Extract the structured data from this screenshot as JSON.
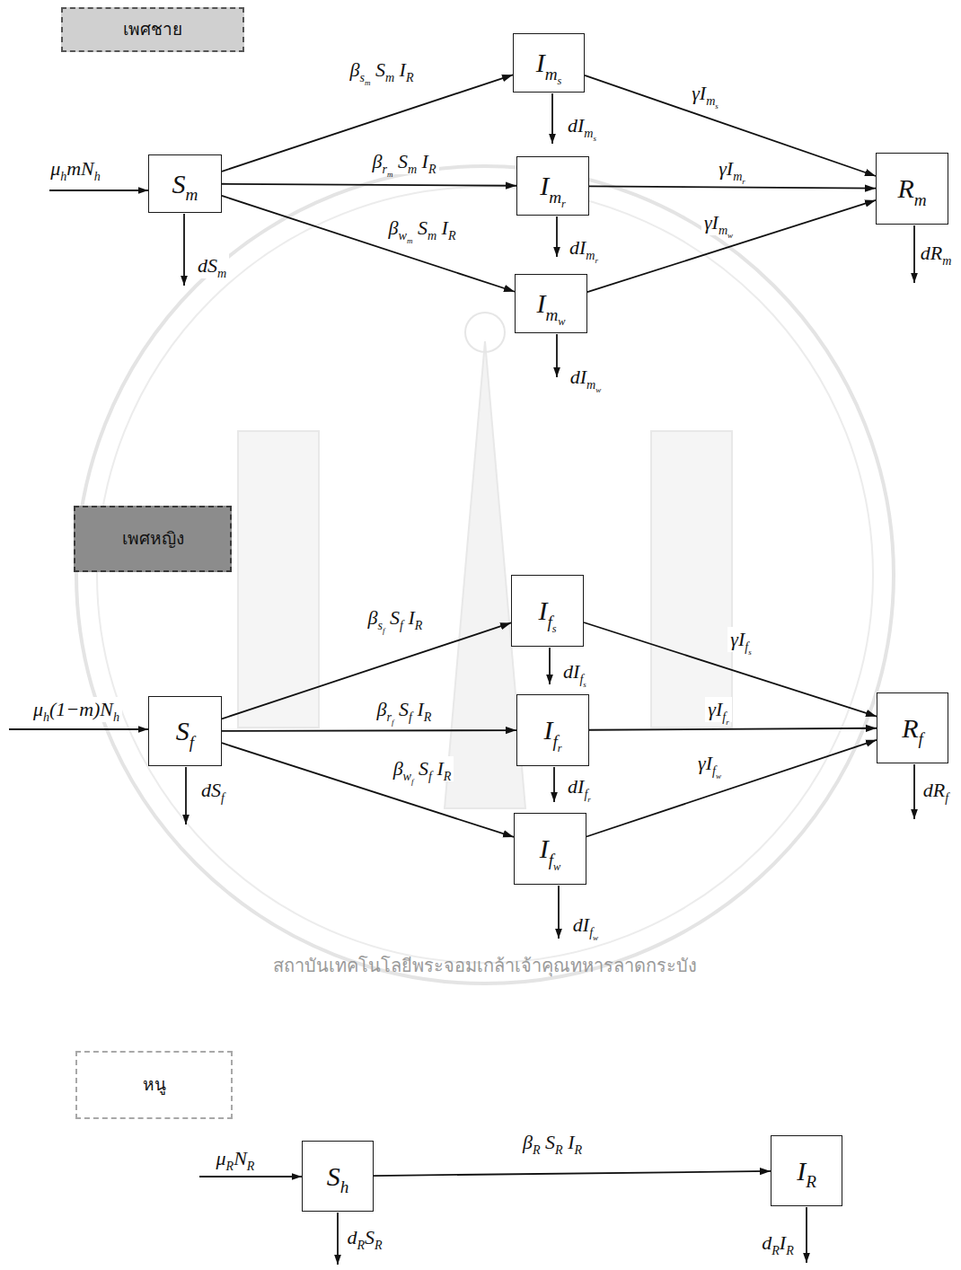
{
  "diagram": {
    "nodes": [
      {
        "text": [
          "เพศชาย"
        ]
      },
      {
        "text": [
          "Sm"
        ]
      },
      {
        "text": [
          "Ims"
        ]
      },
      {
        "text": [
          "Imr"
        ]
      },
      {
        "text": [
          "Imw"
        ]
      },
      {
        "text": [
          "Rm"
        ]
      },
      {
        "text": [
          "เพศหญิง"
        ]
      },
      {
        "text": [
          "Sf"
        ]
      },
      {
        "text": [
          "Ifs"
        ]
      },
      {
        "text": [
          "Ifr"
        ]
      },
      {
        "text": [
          "Ifw"
        ]
      },
      {
        "text": [
          "Rf"
        ]
      },
      {
        "text": [
          "หนู"
        ]
      },
      {
        "text": [
          "Sh"
        ]
      },
      {
        "text": [
          "IR"
        ]
      }
    ],
    "edges": [
      {
        "from": 1,
        "to": 2,
        "arrow": "to",
        "label": "βsm Sm IR"
      },
      {
        "from": 1,
        "to": 3,
        "arrow": "to",
        "label": "βrm Sm IR"
      },
      {
        "from": 1,
        "to": 4,
        "arrow": "to",
        "label": "βwm Sm IR"
      },
      {
        "from": 2,
        "to": 5,
        "arrow": "to",
        "label": "γIms"
      },
      {
        "from": 3,
        "to": 5,
        "arrow": "to",
        "label": "γImr"
      },
      {
        "from": 4,
        "to": 5,
        "arrow": "to",
        "label": "γImw"
      },
      {
        "from": 7,
        "to": 8,
        "arrow": "to",
        "label": "βsf Sf IR"
      },
      {
        "from": 7,
        "to": 9,
        "arrow": "to",
        "label": "βrf Sf IR"
      },
      {
        "from": 7,
        "to": 10,
        "arrow": "to",
        "label": "βwf Sf IR"
      },
      {
        "from": 8,
        "to": 11,
        "arrow": "to",
        "label": "γIfs"
      },
      {
        "from": 9,
        "to": 11,
        "arrow": "to",
        "label": "γIfr"
      },
      {
        "from": 10,
        "to": 11,
        "arrow": "to",
        "label": "γIfw"
      },
      {
        "from": 13,
        "to": 14,
        "arrow": "to",
        "label": "βR SR IR"
      }
    ],
    "labels": [
      "μhmNh",
      "dSm",
      "dIms",
      "dImr",
      "dImw",
      "dRm",
      "μh(1−m)Nh",
      "dSf",
      "dIfs",
      "dIfr",
      "dIfw",
      "dRf",
      "μRNR",
      "dRSR",
      "dRIR",
      "สถาบันเทคโนโลยีพระจอมเกล้าเจ้าคุณทหารลาดกระบัง"
    ]
  }
}
